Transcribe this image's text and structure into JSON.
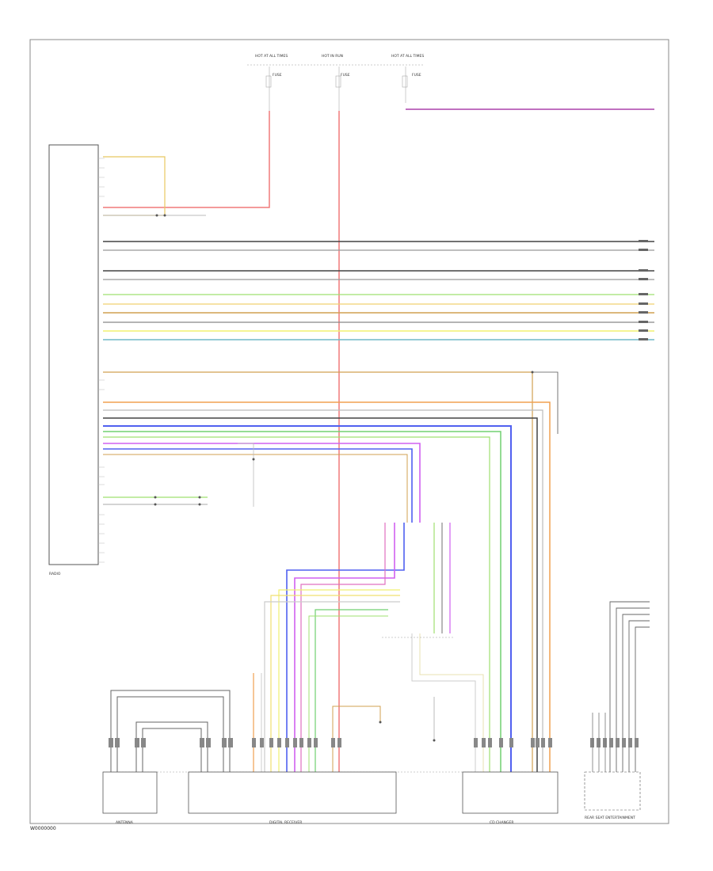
{
  "diagram": {
    "fuse_labels": [
      "HOT AT ALL TIMES",
      "HOT IN RUN",
      "HOT AT ALL TIMES"
    ],
    "fuse_names": [
      "FUSE",
      "FUSE",
      "FUSE"
    ],
    "component_labels": {
      "radio": "RADIO",
      "antenna": "ANTENNA",
      "digital_receiver": "DIGITAL RECEIVER",
      "cd_changer": "CD CHANGER",
      "rear_seat_entertainment": "REAR SEAT ENTERTAINMENT"
    },
    "diagram_code": "W0000000",
    "wire_colors": {
      "power": "#f07a7a",
      "orange": "#f0a050",
      "yellow": "#f0e070",
      "green": "#70d070",
      "blue": "#5060f0",
      "violet": "#d060f0",
      "gray": "#888888",
      "black": "#444444",
      "teal": "#70c0c0",
      "pink": "#e070c0"
    }
  }
}
